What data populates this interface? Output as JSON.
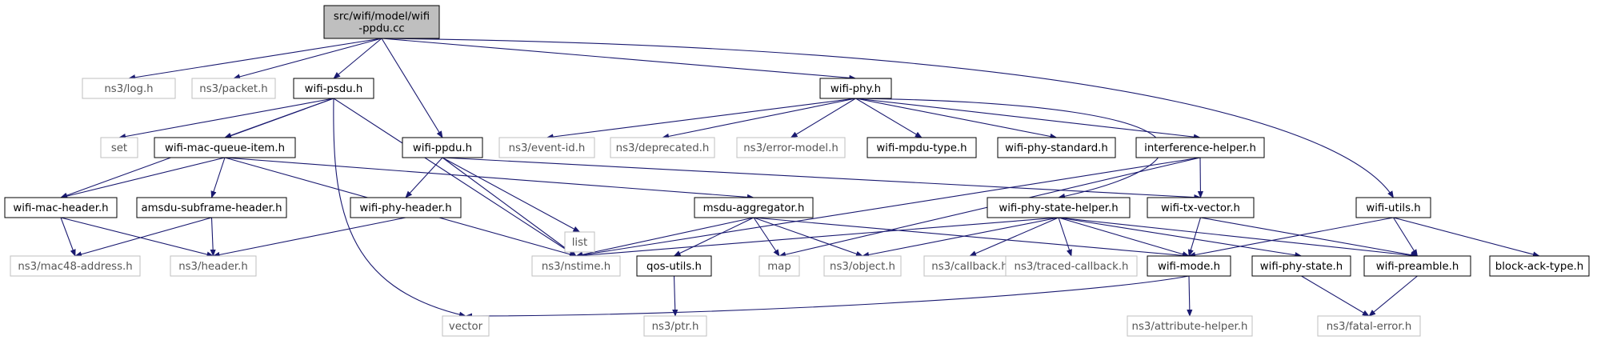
{
  "graph": {
    "nodes": [
      {
        "id": "root",
        "label_lines": [
          "src/wifi/model/wifi",
          "-ppdu.cc"
        ],
        "style": "root"
      },
      {
        "id": "ns3-log",
        "label_lines": [
          "ns3/log.h"
        ],
        "style": "external"
      },
      {
        "id": "ns3-packet",
        "label_lines": [
          "ns3/packet.h"
        ],
        "style": "external"
      },
      {
        "id": "wifi-psdu",
        "label_lines": [
          "wifi-psdu.h"
        ],
        "style": "local"
      },
      {
        "id": "wifi-ppdu",
        "label_lines": [
          "wifi-ppdu.h"
        ],
        "style": "local"
      },
      {
        "id": "wifi-phy",
        "label_lines": [
          "wifi-phy.h"
        ],
        "style": "local"
      },
      {
        "id": "wifi-utils",
        "label_lines": [
          "wifi-utils.h"
        ],
        "style": "local"
      },
      {
        "id": "set",
        "label_lines": [
          "set"
        ],
        "style": "external"
      },
      {
        "id": "wifi-mac-queue-item",
        "label_lines": [
          "wifi-mac-queue-item.h"
        ],
        "style": "local"
      },
      {
        "id": "wifi-mac-header",
        "label_lines": [
          "wifi-mac-header.h"
        ],
        "style": "local"
      },
      {
        "id": "amsdu-subframe-header",
        "label_lines": [
          "amsdu-subframe-header.h"
        ],
        "style": "local"
      },
      {
        "id": "wifi-phy-header",
        "label_lines": [
          "wifi-phy-header.h"
        ],
        "style": "local"
      },
      {
        "id": "msdu-aggregator",
        "label_lines": [
          "msdu-aggregator.h"
        ],
        "style": "local"
      },
      {
        "id": "list",
        "label_lines": [
          "list"
        ],
        "style": "external"
      },
      {
        "id": "ns3-event-id",
        "label_lines": [
          "ns3/event-id.h"
        ],
        "style": "external"
      },
      {
        "id": "ns3-deprecated",
        "label_lines": [
          "ns3/deprecated.h"
        ],
        "style": "external"
      },
      {
        "id": "ns3-error-model",
        "label_lines": [
          "ns3/error-model.h"
        ],
        "style": "external"
      },
      {
        "id": "wifi-mpdu-type",
        "label_lines": [
          "wifi-mpdu-type.h"
        ],
        "style": "local"
      },
      {
        "id": "wifi-phy-standard",
        "label_lines": [
          "wifi-phy-standard.h"
        ],
        "style": "local"
      },
      {
        "id": "interference-helper",
        "label_lines": [
          "interference-helper.h"
        ],
        "style": "local"
      },
      {
        "id": "wifi-phy-state-helper",
        "label_lines": [
          "wifi-phy-state-helper.h"
        ],
        "style": "local"
      },
      {
        "id": "wifi-tx-vector",
        "label_lines": [
          "wifi-tx-vector.h"
        ],
        "style": "local"
      },
      {
        "id": "ns3-mac48-address",
        "label_lines": [
          "ns3/mac48-address.h"
        ],
        "style": "external"
      },
      {
        "id": "ns3-header",
        "label_lines": [
          "ns3/header.h"
        ],
        "style": "external"
      },
      {
        "id": "ns3-nstime",
        "label_lines": [
          "ns3/nstime.h"
        ],
        "style": "external"
      },
      {
        "id": "qos-utils",
        "label_lines": [
          "qos-utils.h"
        ],
        "style": "local"
      },
      {
        "id": "map",
        "label_lines": [
          "map"
        ],
        "style": "external"
      },
      {
        "id": "ns3-object",
        "label_lines": [
          "ns3/object.h"
        ],
        "style": "external"
      },
      {
        "id": "ns3-callback",
        "label_lines": [
          "ns3/callback.h"
        ],
        "style": "external"
      },
      {
        "id": "ns3-traced-callback",
        "label_lines": [
          "ns3/traced-callback.h"
        ],
        "style": "external"
      },
      {
        "id": "wifi-mode",
        "label_lines": [
          "wifi-mode.h"
        ],
        "style": "local"
      },
      {
        "id": "wifi-phy-state",
        "label_lines": [
          "wifi-phy-state.h"
        ],
        "style": "local"
      },
      {
        "id": "wifi-preamble",
        "label_lines": [
          "wifi-preamble.h"
        ],
        "style": "local"
      },
      {
        "id": "block-ack-type",
        "label_lines": [
          "block-ack-type.h"
        ],
        "style": "local"
      },
      {
        "id": "vector",
        "label_lines": [
          "vector"
        ],
        "style": "external"
      },
      {
        "id": "ns3-ptr",
        "label_lines": [
          "ns3/ptr.h"
        ],
        "style": "external"
      },
      {
        "id": "ns3-attribute-helper",
        "label_lines": [
          "ns3/attribute-helper.h"
        ],
        "style": "external"
      },
      {
        "id": "ns3-fatal-error",
        "label_lines": [
          "ns3/fatal-error.h"
        ],
        "style": "external"
      }
    ],
    "edges": [
      [
        "root",
        "ns3-log"
      ],
      [
        "root",
        "ns3-packet"
      ],
      [
        "root",
        "wifi-psdu"
      ],
      [
        "root",
        "wifi-ppdu"
      ],
      [
        "root",
        "wifi-phy"
      ],
      [
        "root",
        "wifi-utils"
      ],
      [
        "wifi-psdu",
        "set"
      ],
      [
        "wifi-psdu",
        "wifi-mac-queue-item"
      ],
      [
        "wifi-psdu",
        "wifi-mac-header"
      ],
      [
        "wifi-psdu",
        "ns3-nstime"
      ],
      [
        "wifi-psdu",
        "vector"
      ],
      [
        "wifi-mac-queue-item",
        "wifi-mac-header"
      ],
      [
        "wifi-mac-queue-item",
        "amsdu-subframe-header"
      ],
      [
        "wifi-mac-queue-item",
        "msdu-aggregator"
      ],
      [
        "wifi-mac-queue-item",
        "ns3-nstime"
      ],
      [
        "wifi-mac-header",
        "ns3-mac48-address"
      ],
      [
        "wifi-mac-header",
        "ns3-header"
      ],
      [
        "amsdu-subframe-header",
        "ns3-mac48-address"
      ],
      [
        "amsdu-subframe-header",
        "ns3-header"
      ],
      [
        "wifi-ppdu",
        "wifi-phy-header"
      ],
      [
        "wifi-ppdu",
        "list"
      ],
      [
        "wifi-ppdu",
        "ns3-nstime"
      ],
      [
        "wifi-ppdu",
        "wifi-tx-vector"
      ],
      [
        "wifi-phy-header",
        "ns3-header"
      ],
      [
        "msdu-aggregator",
        "ns3-nstime"
      ],
      [
        "msdu-aggregator",
        "qos-utils"
      ],
      [
        "msdu-aggregator",
        "map"
      ],
      [
        "msdu-aggregator",
        "ns3-object"
      ],
      [
        "msdu-aggregator",
        "wifi-mode"
      ],
      [
        "qos-utils",
        "ns3-ptr"
      ],
      [
        "wifi-phy",
        "ns3-event-id"
      ],
      [
        "wifi-phy",
        "ns3-deprecated"
      ],
      [
        "wifi-phy",
        "ns3-error-model"
      ],
      [
        "wifi-phy",
        "wifi-mpdu-type"
      ],
      [
        "wifi-phy",
        "wifi-phy-standard"
      ],
      [
        "wifi-phy",
        "interference-helper"
      ],
      [
        "wifi-phy",
        "wifi-phy-state-helper"
      ],
      [
        "interference-helper",
        "ns3-nstime"
      ],
      [
        "interference-helper",
        "map"
      ],
      [
        "interference-helper",
        "wifi-tx-vector"
      ],
      [
        "wifi-phy-state-helper",
        "ns3-nstime"
      ],
      [
        "wifi-phy-state-helper",
        "ns3-object"
      ],
      [
        "wifi-phy-state-helper",
        "ns3-callback"
      ],
      [
        "wifi-phy-state-helper",
        "ns3-traced-callback"
      ],
      [
        "wifi-phy-state-helper",
        "wifi-phy-state"
      ],
      [
        "wifi-phy-state-helper",
        "wifi-preamble"
      ],
      [
        "wifi-phy-state-helper",
        "wifi-mode"
      ],
      [
        "wifi-tx-vector",
        "wifi-mode"
      ],
      [
        "wifi-tx-vector",
        "wifi-preamble"
      ],
      [
        "wifi-utils",
        "block-ack-type"
      ],
      [
        "wifi-utils",
        "wifi-preamble"
      ],
      [
        "wifi-utils",
        "wifi-mode"
      ],
      [
        "wifi-mode",
        "vector"
      ],
      [
        "wifi-mode",
        "ns3-attribute-helper"
      ],
      [
        "wifi-phy-state",
        "ns3-fatal-error"
      ],
      [
        "wifi-preamble",
        "ns3-fatal-error"
      ]
    ],
    "colors": {
      "edge": "#191970",
      "root_fill": "#bfbfbf",
      "local_stroke": "#000000",
      "external_stroke": "#bfbfbf",
      "external_text": "#555555",
      "text": "#000000"
    }
  }
}
